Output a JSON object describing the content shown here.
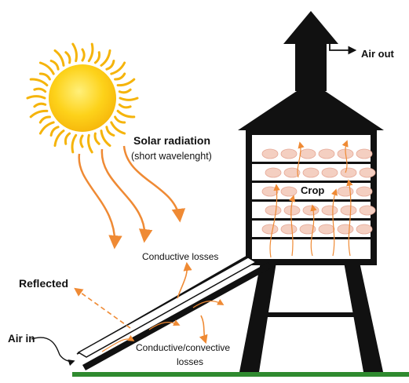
{
  "labels": {
    "air_out": "Air out",
    "solar_radiation": "Solar radiation",
    "short_wavelength": "(short wavelenght)",
    "crop": "Crop",
    "conductive_losses": "Conductive losses",
    "reflected": "Reflected",
    "air_in": "Air in",
    "conductive_convective_line1": "Conductive/convective",
    "conductive_convective_line2": "losses"
  },
  "colors": {
    "sun_core": "#fdd21a",
    "sun_ray": "#f5b40b",
    "radiation_arrow": "#ef8a34",
    "structure": "#111111",
    "collector_glass": "#9ccbe6",
    "ground": "#2f8a2f",
    "crop": "#f4cfc1"
  },
  "crop_rows": 5,
  "crop_per_row": 6
}
